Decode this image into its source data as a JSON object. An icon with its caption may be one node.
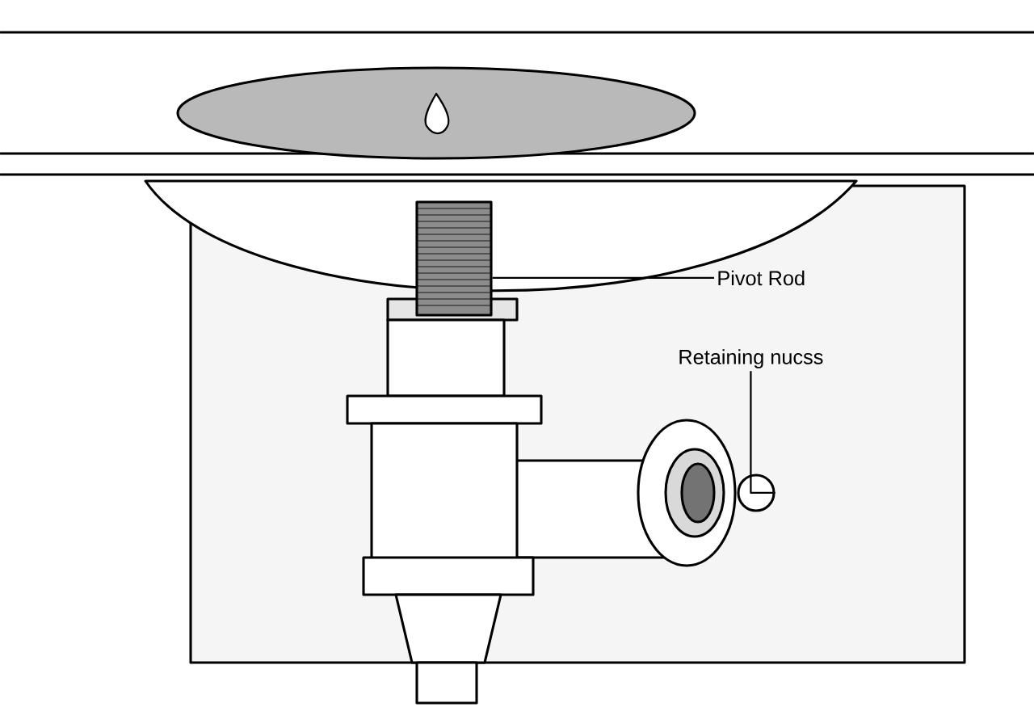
{
  "diagram": {
    "nodes": [
      {
        "text": [
          "Pivot Rod"
        ]
      },
      {
        "text": [],
        "shape": "picture"
      },
      {
        "text": [
          "Retaining nucss"
        ]
      },
      {
        "text": [],
        "shape": "circle"
      }
    ],
    "edges": [
      {
        "from": 0,
        "to": 1,
        "arrow": "none"
      },
      {
        "from": 2,
        "to": 3,
        "arrow": "none"
      }
    ]
  }
}
